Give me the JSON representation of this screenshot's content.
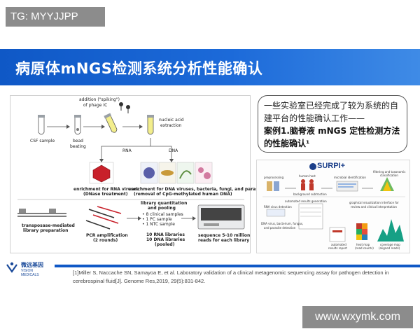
{
  "watermark_top": "TG: MYYJJPP",
  "watermark_bottom": "www.wxymk.com",
  "slide_title": "病原体mNGS检测系统分析性能确认",
  "callout": {
    "line1": "一些实验室已经完成了较为系统的自",
    "line2": "建平台的性能确认工作——",
    "line3": "案例1.脑脊液 mNGS 定性检测方法",
    "line4": "的性能确认¹"
  },
  "diagram": {
    "addition": "addition (\"spiking\")",
    "of_phage": "of phage IC",
    "nucleic_acid": "nucleic acid",
    "extraction": "extraction",
    "csf_sample": "CSF sample",
    "bead": "bead",
    "beating": "beating",
    "rna": "RNA",
    "dna": "DNA",
    "enrich_rna_1": "enrichment for RNA viruses",
    "enrich_rna_2": "(DNase treatment)",
    "enrich_dna_1": "enrichment for DNA viruses, bacteria, fungi, and parasites",
    "enrich_dna_2": "(removal of CpG-methylated human DNA)",
    "transposase_1": "transposase-mediated",
    "transposase_2": "library preparation",
    "pcr_1": "PCR amplification",
    "pcr_2": "(2 rounds)",
    "library_1": "library quantitation",
    "library_2": "and pooling",
    "samples_1": "• 8 clinical samples",
    "samples_2": "• 1 PC sample",
    "samples_3": "• 1 NTC sample",
    "libs_1": "10 RNA libraries",
    "libs_2": "10 DNA libraries",
    "libs_3": "(pooled)",
    "seq_1": "sequence 5-10 million",
    "seq_2": "reads for each library"
  },
  "surpi": {
    "logo": "SURPI+",
    "preprocessing": "preprocessing",
    "human_host": "human host",
    "background_subtraction": "background subtraction",
    "microbial_id": "microbial identification",
    "filtering": "filtering and taxonomic",
    "classification": "classification",
    "automated_results": "automated results generation",
    "rna_virus": "RNA virus detection",
    "dna_virus": "DNA virus, bacterium, fungus,",
    "parasite": "and parasite detection",
    "graphical": "graphical visualization interface for",
    "review": "review and clinical interpretation",
    "automated_report": "automated",
    "results_report": "results report",
    "heat_map": "heat map",
    "read_counts": "(read counts)",
    "coverage_map": "coverage map",
    "aligned_reads": "(aligned reads)"
  },
  "logo": {
    "name": "微远基因",
    "sub": "VISION MEDICALS"
  },
  "citation": "[1]Miller S, Naccache SN, Samayoa E, et al. Laboratory validation of a clinical metagenomic sequencing assay for pathogen detection in cerebrospinal fluid[J]. Genome Res,2019, 29(5):831-842.",
  "colors": {
    "banner": "#0f58c6",
    "accent_red": "#c8202a",
    "logo_blue": "#1a4a9a"
  }
}
